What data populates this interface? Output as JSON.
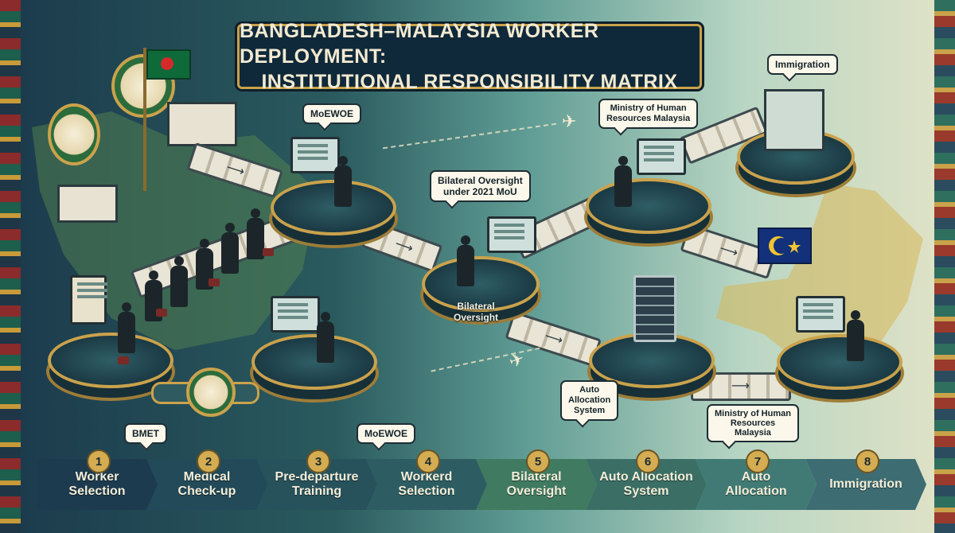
{
  "title": {
    "line1": "BANGLADESH–MALAYSIA WORKER DEPLOYMENT:",
    "line2": "INSTITUTIONAL RESPONSIBILITY MATRIX"
  },
  "callouts": {
    "moewoe_top": "MoEWOE",
    "mohr_top": "Ministry of Human\nResources Malaysia",
    "immigration": "Immigration",
    "oversight_mou": "Bilateral Oversight\nunder 2021 MoU",
    "bmet": "BMET",
    "moewoe_bottom": "MoEWOE",
    "mohr_bottom": "Ministry of Human\nResources\nMalaysia"
  },
  "labels": {
    "bilateral_oversight": "Bilateral\nOversight",
    "auto_allocation_system": "Auto\nAllocation\nSystem"
  },
  "steps": [
    {
      "num": "1",
      "label": "Worker\nSelection",
      "color": "#1d3b4e"
    },
    {
      "num": "2",
      "label": "Medical\nCheck-up",
      "color": "#224a58"
    },
    {
      "num": "3",
      "label": "Pre-departure\nTraining",
      "color": "#27525c"
    },
    {
      "num": "4",
      "label": "Workerd\nSelection",
      "color": "#2d5d62"
    },
    {
      "num": "5",
      "label": "Bilateral\nOversight",
      "color": "#3f7a61"
    },
    {
      "num": "6",
      "label": "Auto Allocation\nSystem",
      "color": "#3b6f66"
    },
    {
      "num": "7",
      "label": "Auto\nAllocation",
      "color": "#417a74"
    },
    {
      "num": "8",
      "label": "Immigration",
      "color": "#3d6d72"
    }
  ],
  "colors": {
    "accent": "#caa24c",
    "title_bg": "#10293a",
    "bd_green": "#0f6a3a",
    "bd_red": "#d42a2a",
    "my_blue": "#13307a",
    "my_yellow": "#f2c530"
  },
  "icons": [
    "bangladesh-seal-icon",
    "bangladesh-flag-icon",
    "malaysia-flag-icon",
    "airplane-icon",
    "server-icon",
    "worker-icon",
    "monitor-icon",
    "building-icon"
  ]
}
